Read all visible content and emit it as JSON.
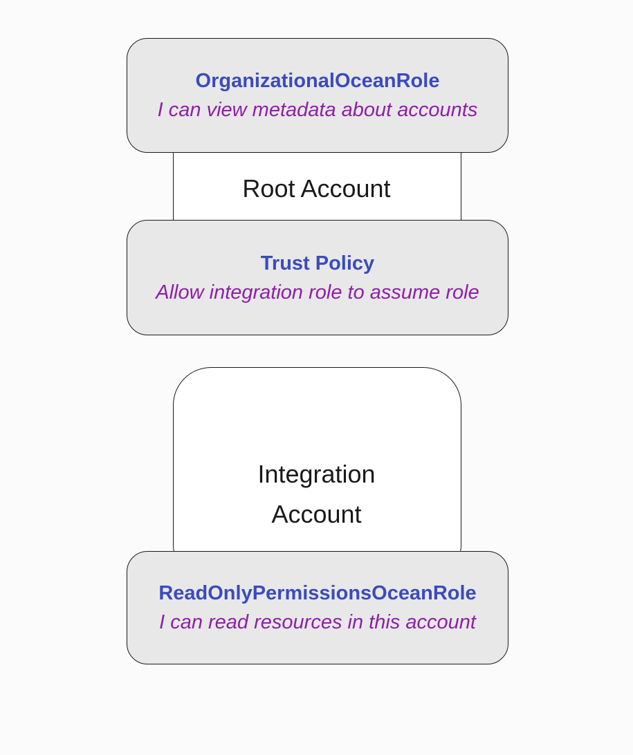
{
  "colors": {
    "background": "#fbfbfb",
    "cluster_fill": "#ffffff",
    "node_fill": "#e8e8e8",
    "border": "#1a1a1a",
    "label_color": "#1a1a1a",
    "title_blue": "#3b4bbc",
    "subtitle_purple": "#8e1fa8"
  },
  "diagram": {
    "root_cluster": {
      "label": "Root Account"
    },
    "org_role": {
      "title": "OrganizationalOceanRole",
      "subtitle": "I can view metadata about accounts"
    },
    "trust_policy": {
      "title": "Trust Policy",
      "subtitle": "Allow integration role to assume role"
    },
    "integration_cluster": {
      "label": "Integration Account"
    },
    "readonly_role": {
      "title": "ReadOnlyPermissionsOceanRole",
      "subtitle": "I can read resources in this account"
    }
  }
}
